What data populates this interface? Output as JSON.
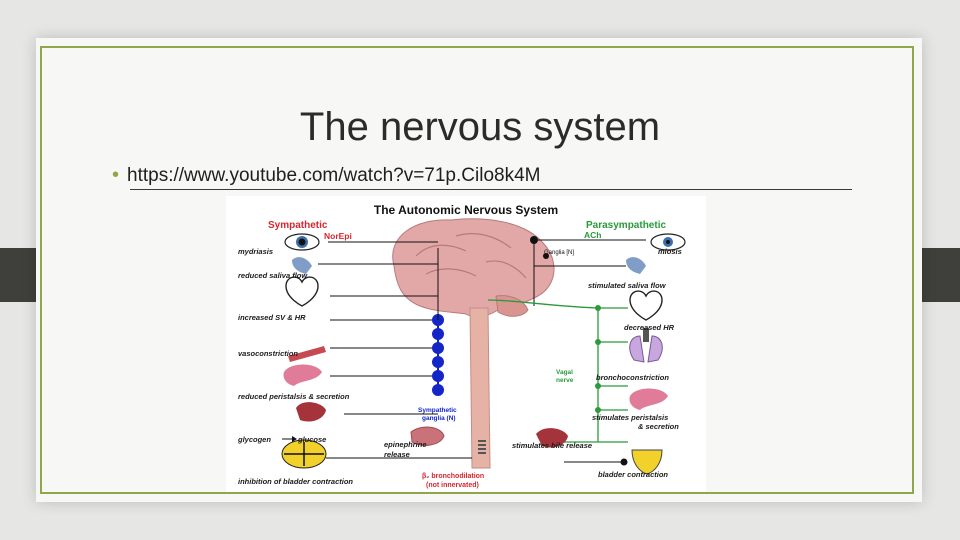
{
  "slide": {
    "title": "The nervous system",
    "link_text": "https://www.youtube.com/watch?v=71p.Cilo8k4M"
  },
  "diagram": {
    "heading": "The Autonomic Nervous System",
    "sympathetic": {
      "label": "Sympathetic",
      "transmitter": "NorEpi"
    },
    "parasympathetic": {
      "label": "Parasympathetic",
      "transmitter": "ACh"
    },
    "ganglia_label": "Ganglia [N]",
    "vagal_label": [
      "Vagal",
      "nerve"
    ],
    "sym_ganglia_label": [
      "Sympathetic",
      "ganglia (N)"
    ],
    "left_effects": [
      "mydriasis",
      "reduced saliva flow",
      "increased SV & HR",
      "vasoconstriction",
      "reduced peristalsis & secretion",
      "glycogen",
      "glucose",
      "inhibition of bladder contraction"
    ],
    "epinephrine": [
      "epinephrine",
      "release"
    ],
    "beta2": [
      "β₂ bronchodilation",
      "(not innervated)"
    ],
    "right_effects": [
      "miosis",
      "stimulated saliva flow",
      "decreased HR",
      "bronchoconstriction",
      "stimulates peristalsis",
      "& secretion",
      "stimulates bile release",
      "bladder contraction"
    ],
    "colors": {
      "sympathetic": "#d62730",
      "parasympathetic": "#2a9a3a",
      "ganglia": "#1426c8",
      "brain": "#e2a8a8",
      "spinal": "#e7b2a6",
      "accent": "#8fa64b"
    }
  }
}
